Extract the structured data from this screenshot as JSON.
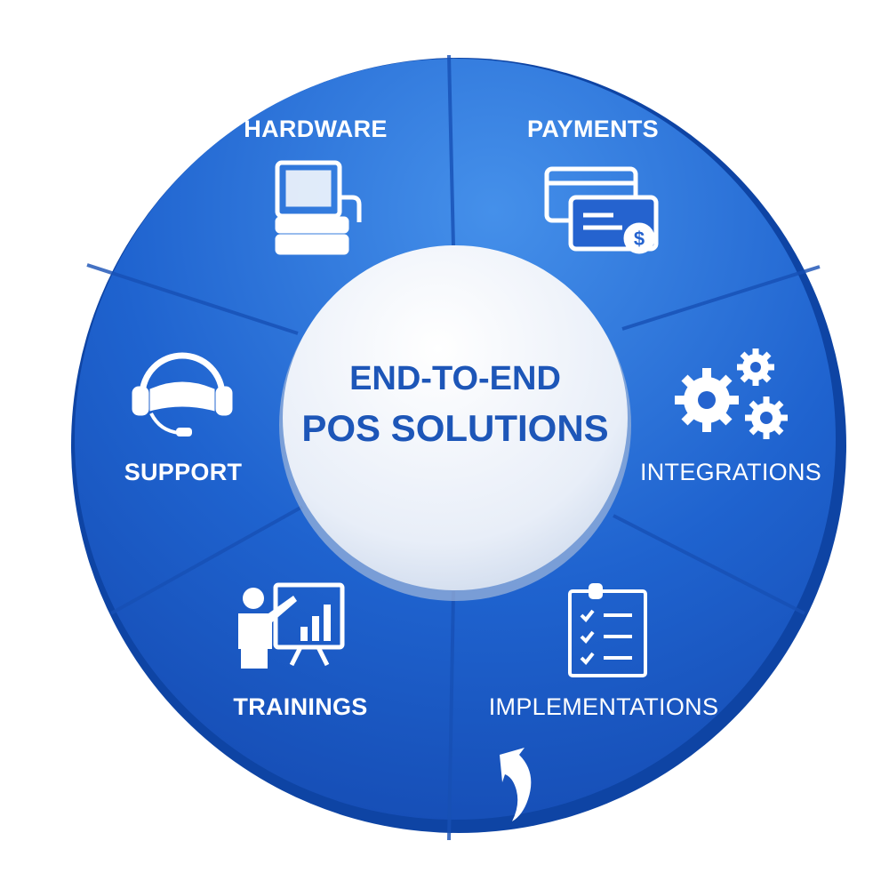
{
  "center": {
    "line1": "END-TO-END",
    "line2": "POS SOLUTIONS"
  },
  "segments": [
    {
      "label": "HARDWARE",
      "icon": "pos-terminal-icon"
    },
    {
      "label": "PAYMENTS",
      "icon": "credit-card-dollar-icon"
    },
    {
      "label": "INTEGRATIONS",
      "icon": "gears-icon"
    },
    {
      "label": "IMPLEMENTATIONS",
      "icon": "checklist-clipboard-icon"
    },
    {
      "label": "TRAININGS",
      "icon": "presenter-chart-icon"
    },
    {
      "label": "SUPPORT",
      "icon": "headset-icon"
    }
  ],
  "colors": {
    "ring": "#1f63cf",
    "ring_light": "#3f8be6",
    "ring_dark": "#0e44a4",
    "center_text": "#1d56b8"
  }
}
